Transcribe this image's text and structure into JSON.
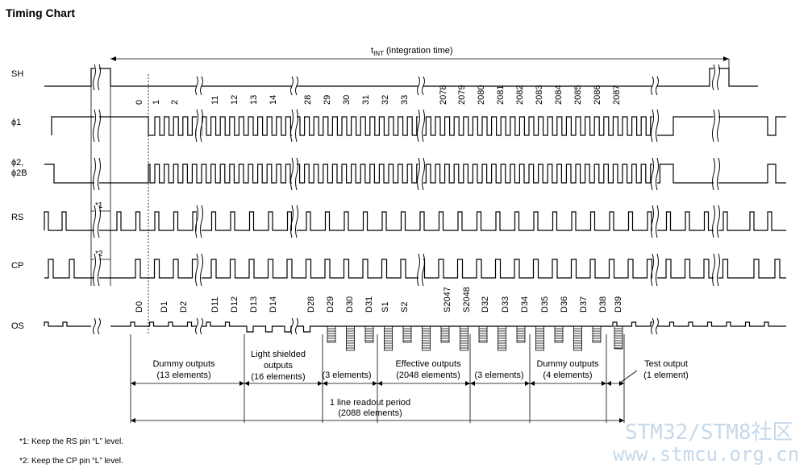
{
  "title": "Timing Chart",
  "signals": {
    "sh": "SH",
    "phi1": "ϕ1",
    "phi2_line1": "ϕ2,",
    "phi2_line2": "ϕ2B",
    "rs": "RS",
    "cp": "CP",
    "os": "OS"
  },
  "tint": {
    "main": "t",
    "sub": "INT",
    "rest": " (integration time)"
  },
  "clock_numbers": [
    "0",
    "1",
    "2",
    "11",
    "12",
    "13",
    "14",
    "28",
    "29",
    "30",
    "31",
    "32",
    "33",
    "2078",
    "2079",
    "2080",
    "2081",
    "2082",
    "2083",
    "2084",
    "2085",
    "2086",
    "2087"
  ],
  "os_labels": [
    "D0",
    "D1",
    "D2",
    "D11",
    "D12",
    "D13",
    "D14",
    "D28",
    "D29",
    "D30",
    "D31",
    "S1",
    "S2",
    "S2047",
    "S2048",
    "D32",
    "D33",
    "D34",
    "D35",
    "D36",
    "D37",
    "D38",
    "D39"
  ],
  "footnote_marks": {
    "rs": "*1",
    "cp": "*2"
  },
  "groups": {
    "dummy1_line1": "Dummy outputs",
    "dummy1_line2": "(13 elements)",
    "shielded_line1": "Light shielded",
    "shielded_line2": "outputs",
    "shielded_line3": "(16 elements)",
    "three_a": "(3 elements)",
    "effective_line1": "Effective outputs",
    "effective_line2": "(2048 elements)",
    "three_b": "(3 elements)",
    "dummy2_line1": "Dummy outputs",
    "dummy2_line2": "(4 elements)",
    "test_line1": "Test output",
    "test_line2": "(1 element)"
  },
  "readout": {
    "line1": "1 line readout period",
    "line2": "(2088 elements)"
  },
  "notes": {
    "n1": "*1: Keep the RS pin “L” level.",
    "n2": "*2: Keep the CP pin “L” level."
  },
  "watermark": {
    "line1": "STM32/STM8社区",
    "line2": "www.stmcu.org.cn"
  }
}
